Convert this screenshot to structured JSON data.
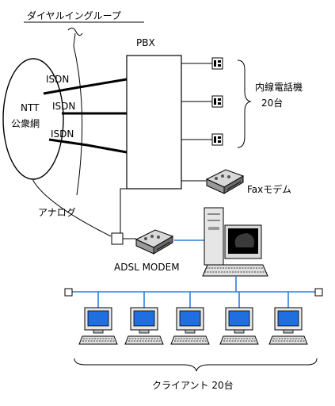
{
  "labels": {
    "dial_in_group": "ダイヤルイングループ",
    "pbx": "PBX",
    "ntt_line1": "NTT",
    "ntt_line2": "公衆網",
    "isdn1": "ISDN",
    "isdn2": "ISDN",
    "isdn3": "ISDN",
    "analog": "アナログ",
    "ext_phones_line1": "内線電話機",
    "ext_phones_line2": "20台",
    "fax_modem": "Faxモデム",
    "adsl_modem": "ADSL MODEM",
    "clients": "クライアント 20台"
  },
  "client_count_shown": 5,
  "phone_count_shown": 3,
  "colors": {
    "lan_line": "#2f7fd6",
    "screen_blue": "#1f6fe0",
    "line_black": "#000000"
  },
  "icons": [
    "telephone-icon",
    "modem-icon",
    "server-pc-icon",
    "client-pc-icon",
    "lan-terminator-icon"
  ]
}
